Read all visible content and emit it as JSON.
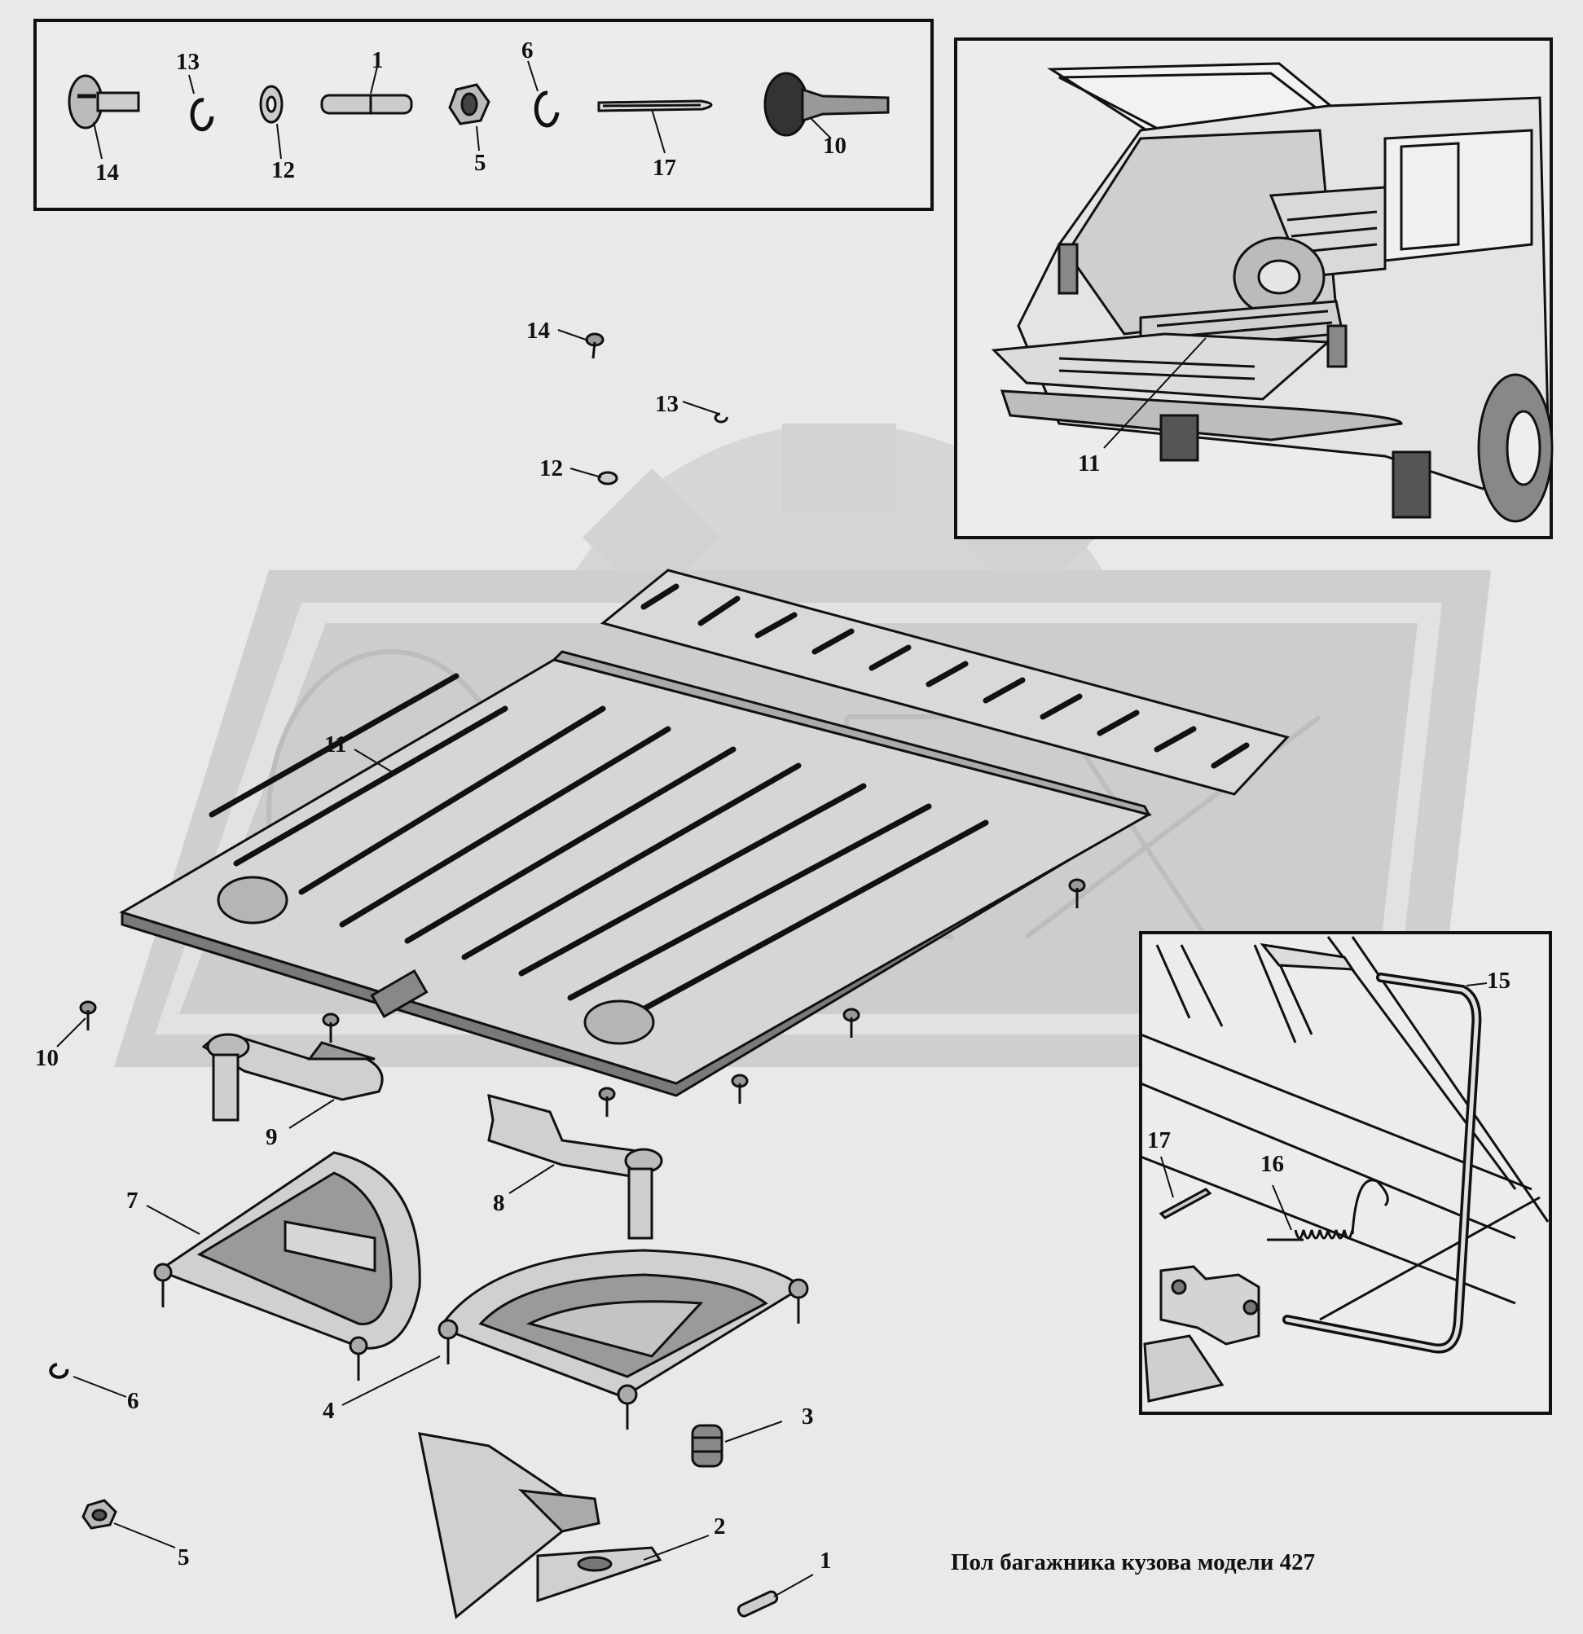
{
  "caption": "Пол багажника кузова модели 427",
  "watermark": "OPEX",
  "callouts": {
    "c14_top": "14",
    "c13_top": "13",
    "c1_top": "1",
    "c12_top": "12",
    "c5_top": "5",
    "c6_top": "6",
    "c17_top": "17",
    "c10_top": "10",
    "c11_car": "11",
    "c14_mid": "14",
    "c13_mid": "13",
    "c12_mid": "12",
    "c11_floor": "11",
    "c10_left": "10",
    "c9": "9",
    "c8": "8",
    "c7": "7",
    "c6_left": "6",
    "c4": "4",
    "c3": "3",
    "c5_left": "5",
    "c2": "2",
    "c1_bottom": "1",
    "c15": "15",
    "c16": "16",
    "c17_inset": "17"
  },
  "colors": {
    "background": "#e9e9e9",
    "ink": "#111111",
    "watermark": "#cfcfcf",
    "part_fill": "#d4d4d4",
    "part_dark": "#555555"
  }
}
